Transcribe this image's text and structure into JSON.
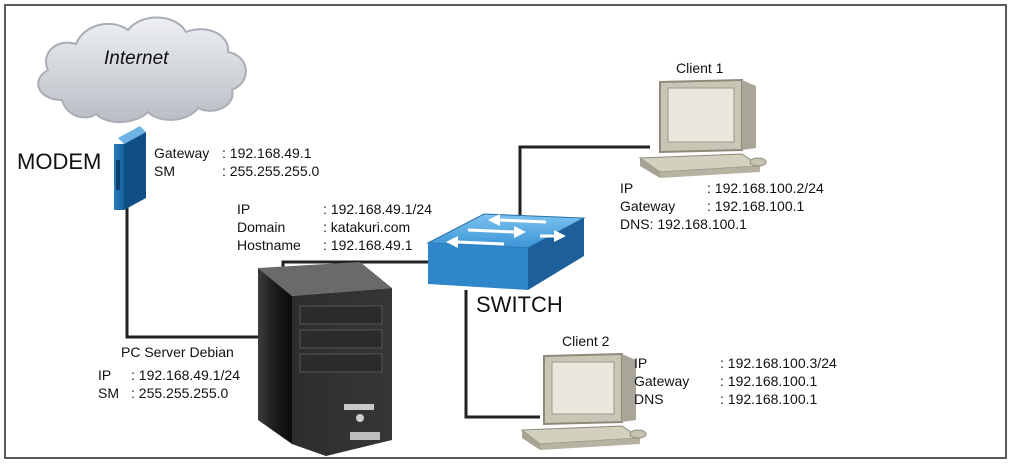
{
  "internet": {
    "label": "Internet"
  },
  "modem": {
    "label": "MODEM",
    "gateway_key": "Gateway",
    "gateway_val": ": 192.168.49.1",
    "sm_key": "SM",
    "sm_val": ": 255.255.255.0"
  },
  "server_link": {
    "ip_key": "IP",
    "ip_val": ": 192.168.49.1/24",
    "domain_key": "Domain",
    "domain_val": ": katakuri.com",
    "hostname_key": "Hostname",
    "hostname_val": ": 192.168.49.1"
  },
  "server": {
    "title": "PC Server Debian",
    "ip_key": "IP",
    "ip_val": ": 192.168.49.1/24",
    "sm_key": "SM",
    "sm_val": ": 255.255.255.0"
  },
  "switch": {
    "label": "SWITCH"
  },
  "client1": {
    "title": "Client 1",
    "ip_key": "IP",
    "ip_val": ": 192.168.100.2/24",
    "gateway_key": "Gateway",
    "gateway_val": ": 192.168.100.1",
    "dns_line": "DNS: 192.168.100.1"
  },
  "client2": {
    "title": "Client 2",
    "ip_key": "IP",
    "ip_val": ": 192.168.100.3/24",
    "gateway_key": "Gateway",
    "gateway_val": ": 192.168.100.1",
    "dns_key": "DNS",
    "dns_val": ": 192.168.100.1"
  }
}
